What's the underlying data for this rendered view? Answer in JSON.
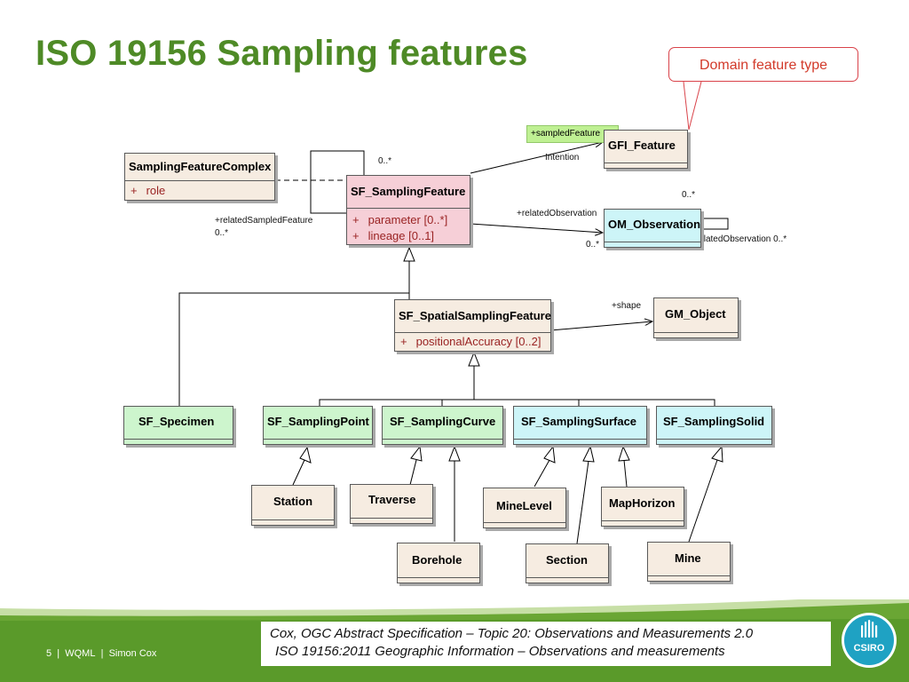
{
  "slide": {
    "title": "ISO 19156 Sampling features",
    "callout": "Domain feature type",
    "footer": {
      "page": "5",
      "sep1": "|",
      "project": "WQML",
      "sep2": "|",
      "author": "Simon Cox"
    },
    "citation": {
      "line1": "Cox, OGC Abstract Specification – Topic 20: Observations and Measurements 2.0",
      "line2": "ISO 19156:2011 Geographic Information – Observations and measurements"
    },
    "logo_text": "CSIRO"
  },
  "classes": {
    "complex": {
      "name": "SamplingFeatureComplex",
      "attr1_vis": "+",
      "attr1": "role"
    },
    "sampling": {
      "name": "SF_SamplingFeature",
      "attr1_vis": "+",
      "attr1": "parameter [0..*]",
      "attr2_vis": "+",
      "attr2": "lineage [0..1]"
    },
    "gfi": {
      "name": "GFI_Feature"
    },
    "obs": {
      "name": "OM_Observation"
    },
    "spatial": {
      "name": "SF_SpatialSamplingFeature",
      "attr1_vis": "+",
      "attr1": "positionalAccuracy [0..2]"
    },
    "gm": {
      "name": "GM_Object"
    },
    "specimen": {
      "name": "SF_Specimen"
    },
    "point": {
      "name": "SF_SamplingPoint"
    },
    "curve": {
      "name": "SF_SamplingCurve"
    },
    "surface": {
      "name": "SF_SamplingSurface"
    },
    "solid": {
      "name": "SF_SamplingSolid"
    },
    "station": {
      "name": "Station"
    },
    "traverse": {
      "name": "Traverse"
    },
    "minelevel": {
      "name": "MineLevel"
    },
    "maphorizon": {
      "name": "MapHorizon"
    },
    "borehole": {
      "name": "Borehole"
    },
    "section": {
      "name": "Section"
    },
    "mine": {
      "name": "Mine"
    }
  },
  "labels": {
    "self_mult": "0..*",
    "related_sf": "+relatedSampledFeature",
    "related_sf_mult": "0..*",
    "sampled_feature": "+sampledFeature",
    "intention": "Intention",
    "gfi_mult": "0..*",
    "related_obs": "+relatedObservation",
    "obs_mult_left": "0..*",
    "obs_self": "+relatedObservation 0..*",
    "shape": "+shape"
  },
  "colors": {
    "title_green": "#4e8a26",
    "callout_red": "#d9434a",
    "footer_green": "#5a9a2a"
  }
}
